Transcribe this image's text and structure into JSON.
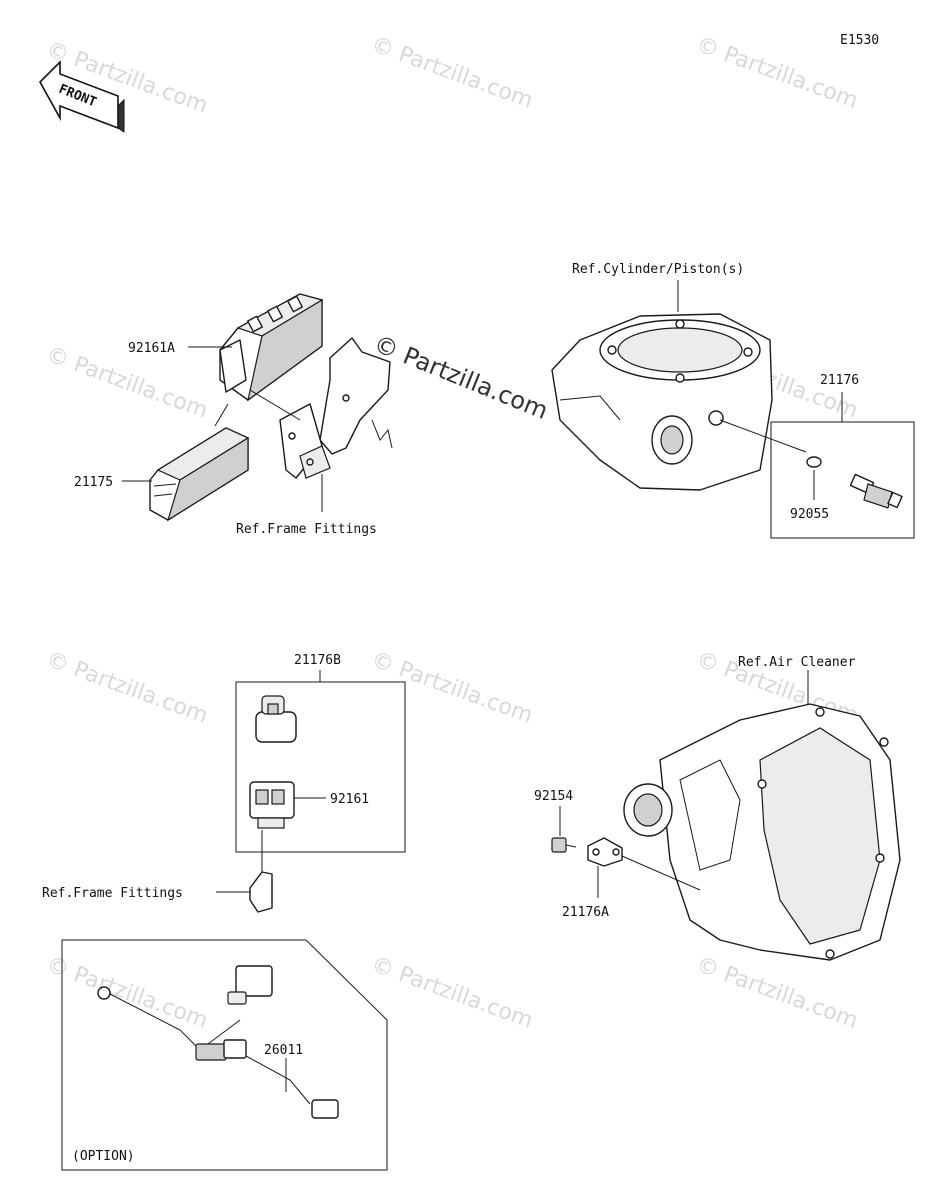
{
  "diagram": {
    "code": "E1530",
    "front_label": "FRONT",
    "watermark": "© Partzilla.com",
    "labels": {
      "ecu_cover": "92161A",
      "ecu": "21175",
      "frame_fittings_top": "Ref.Frame Fittings",
      "cylinder": "Ref.Cylinder/Piston(s)",
      "temp_sensor_kit": "21176",
      "gasket": "92055",
      "sensor_kit_b": "21176B",
      "connector": "92161",
      "frame_fittings_mid": "Ref.Frame Fittings",
      "air_cleaner": "Ref.Air Cleaner",
      "screw": "92154",
      "intake_sensor": "21176A",
      "harness": "26011",
      "option": "(OPTION)"
    }
  }
}
